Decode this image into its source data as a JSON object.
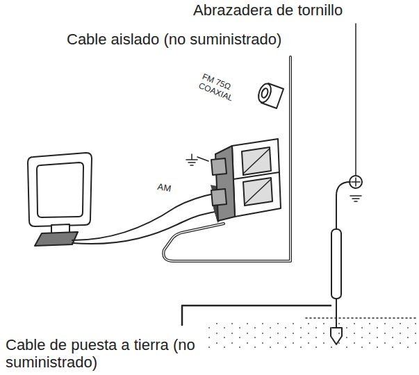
{
  "diagram": {
    "labels": [
      "Abrazadera de tornillo",
      "Cable aislado (no suministrado)",
      "FM 75Ω COAXIAL",
      "AM",
      "Cable de puesta a tierra (no suministrado)"
    ]
  }
}
